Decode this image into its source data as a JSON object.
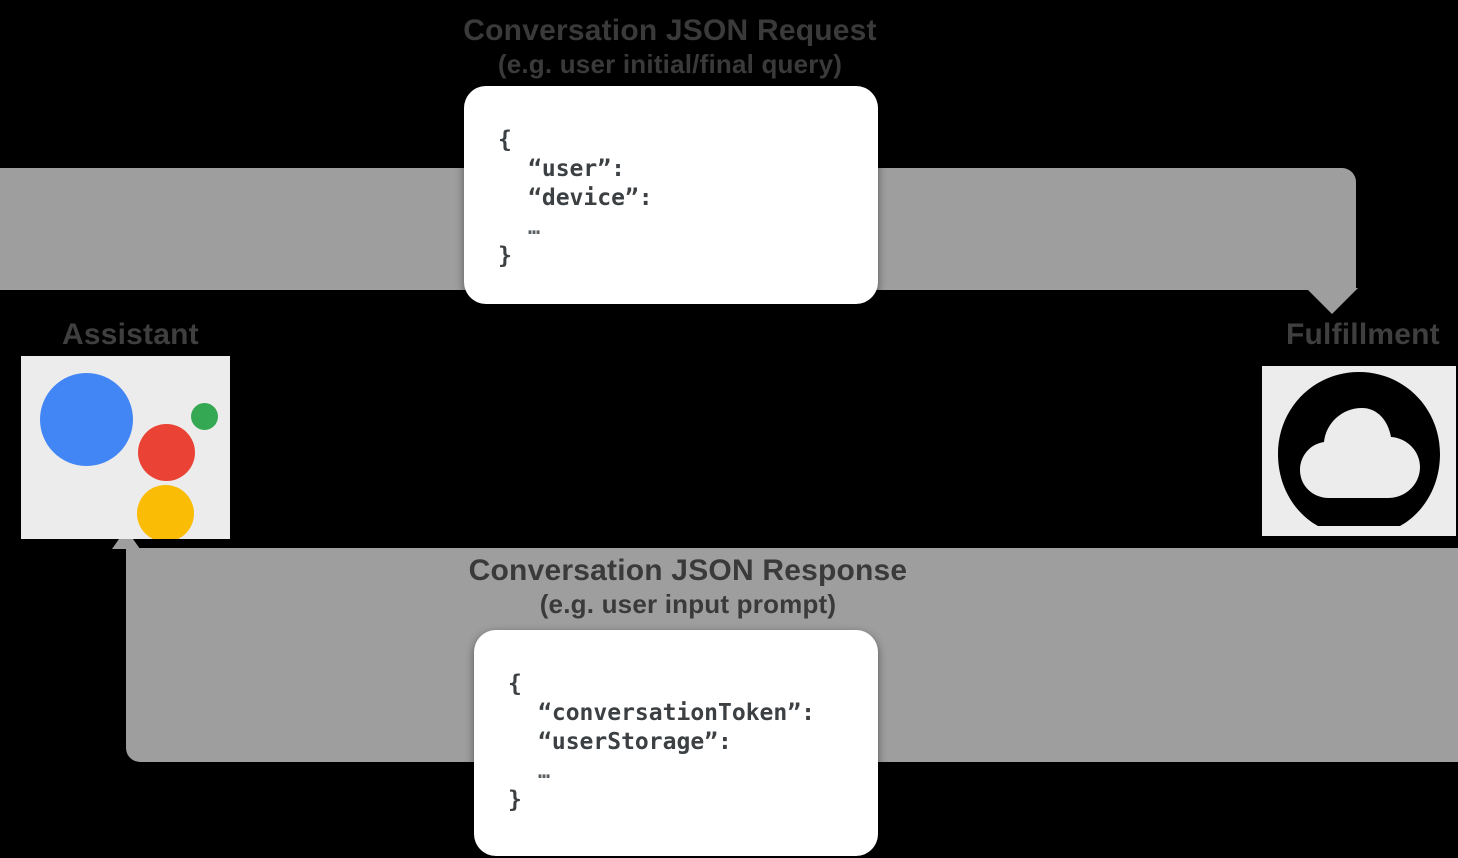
{
  "diagram": {
    "title": "Google Assistant conversation request/response flow",
    "background_color": "#000000",
    "band_color": "#9e9e9e",
    "tile_color": "#ececec",
    "text_color": "#3f3f3f"
  },
  "endpoints": {
    "assistant": {
      "label": "Assistant",
      "icon": "google-assistant-logo",
      "dot_colors": {
        "blue": "#4285f4",
        "red": "#ea4335",
        "green": "#34a853",
        "yellow": "#fbbc05"
      }
    },
    "fulfillment": {
      "label": "Fulfillment",
      "icon": "cloud-icon",
      "icon_color": "#000000"
    }
  },
  "flows": {
    "request": {
      "title": "Conversation JSON Request",
      "subtitle": "(e.g. user initial/final query)",
      "direction": "assistant-to-fulfillment"
    },
    "response": {
      "title": "Conversation JSON Response",
      "subtitle": "(e.g. user input prompt)",
      "direction": "fulfillment-to-assistant"
    }
  },
  "json_request": {
    "lines": [
      "{",
      "“user”:",
      "“device”:",
      "…",
      "}"
    ]
  },
  "json_response": {
    "lines": [
      "{",
      "“conversationToken”:",
      "“userStorage”:",
      "…",
      "}"
    ]
  }
}
